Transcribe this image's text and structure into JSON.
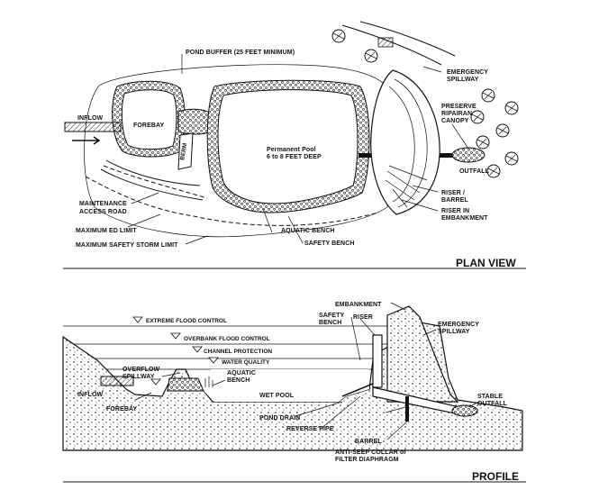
{
  "plan_view": {
    "title": "PLAN VIEW",
    "labels": {
      "pond_buffer": "POND BUFFER (25 FEET MINIMUM)",
      "emergency_spillway_1": "EMERGENCY",
      "emergency_spillway_2": "SPILLWAY",
      "preserve_1": "PRESERVE",
      "preserve_2": "RIPAIRAN",
      "preserve_3": "CANOPY",
      "inflow": "INFLOW",
      "forebay": "FOREBAY",
      "berm": "BERM",
      "permanent_pool_1": "Permanent Pool",
      "permanent_pool_2": "6 to 8 FEET DEEP",
      "outfall": "OUTFALL",
      "riser_barrel_1": "RISER /",
      "riser_barrel_2": "BARREL",
      "riser_embankment_1": "RISER IN",
      "riser_embankment_2": "EMBANKMENT",
      "maintenance_1": "MAINTENANCE",
      "maintenance_2": "ACCESS ROAD",
      "aquatic_bench": "AQUATIC BENCH",
      "max_ed_limit": "MAXIMUM ED LIMIT",
      "safety_bench": "SAFETY BENCH",
      "max_safety_storm": "MAXIMUM SAFETY STORM LIMIT"
    }
  },
  "profile": {
    "title": "PROFILE",
    "labels": {
      "embankment": "EMBANKMENT",
      "safety_bench_1": "SAFETY",
      "safety_bench_2": "BENCH",
      "riser": "RISER",
      "emergency_spillway_1": "EMERGENCY",
      "emergency_spillway_2": "SPILLWAY",
      "extreme_flood": "EXTREME FLOOD CONTROL",
      "overbank_flood": "OVERBANK FLOOD CONTROL",
      "channel_protection": "CHANNEL PROTECTION",
      "water_quality": "WATER QUALITY",
      "overflow_spillway_1": "OVERFLOW",
      "overflow_spillway_2": "SPILLWAY",
      "aquatic_bench_1": "AQUATIC",
      "aquatic_bench_2": "BENCH",
      "inflow": "INFLOW",
      "wet_pool": "WET POOL",
      "forebay": "FOREBAY",
      "pond_drain": "POND DRAIN",
      "reverse_pipe": "REVERSE PIPE",
      "stable_outfall_1": "STABLE",
      "stable_outfall_2": "OUTFALL",
      "barrel": "BARREL",
      "anti_seep_1": "ANTI-SEEP COLLAR or",
      "anti_seep_2": "FILTER DIAPHRAGM"
    }
  }
}
